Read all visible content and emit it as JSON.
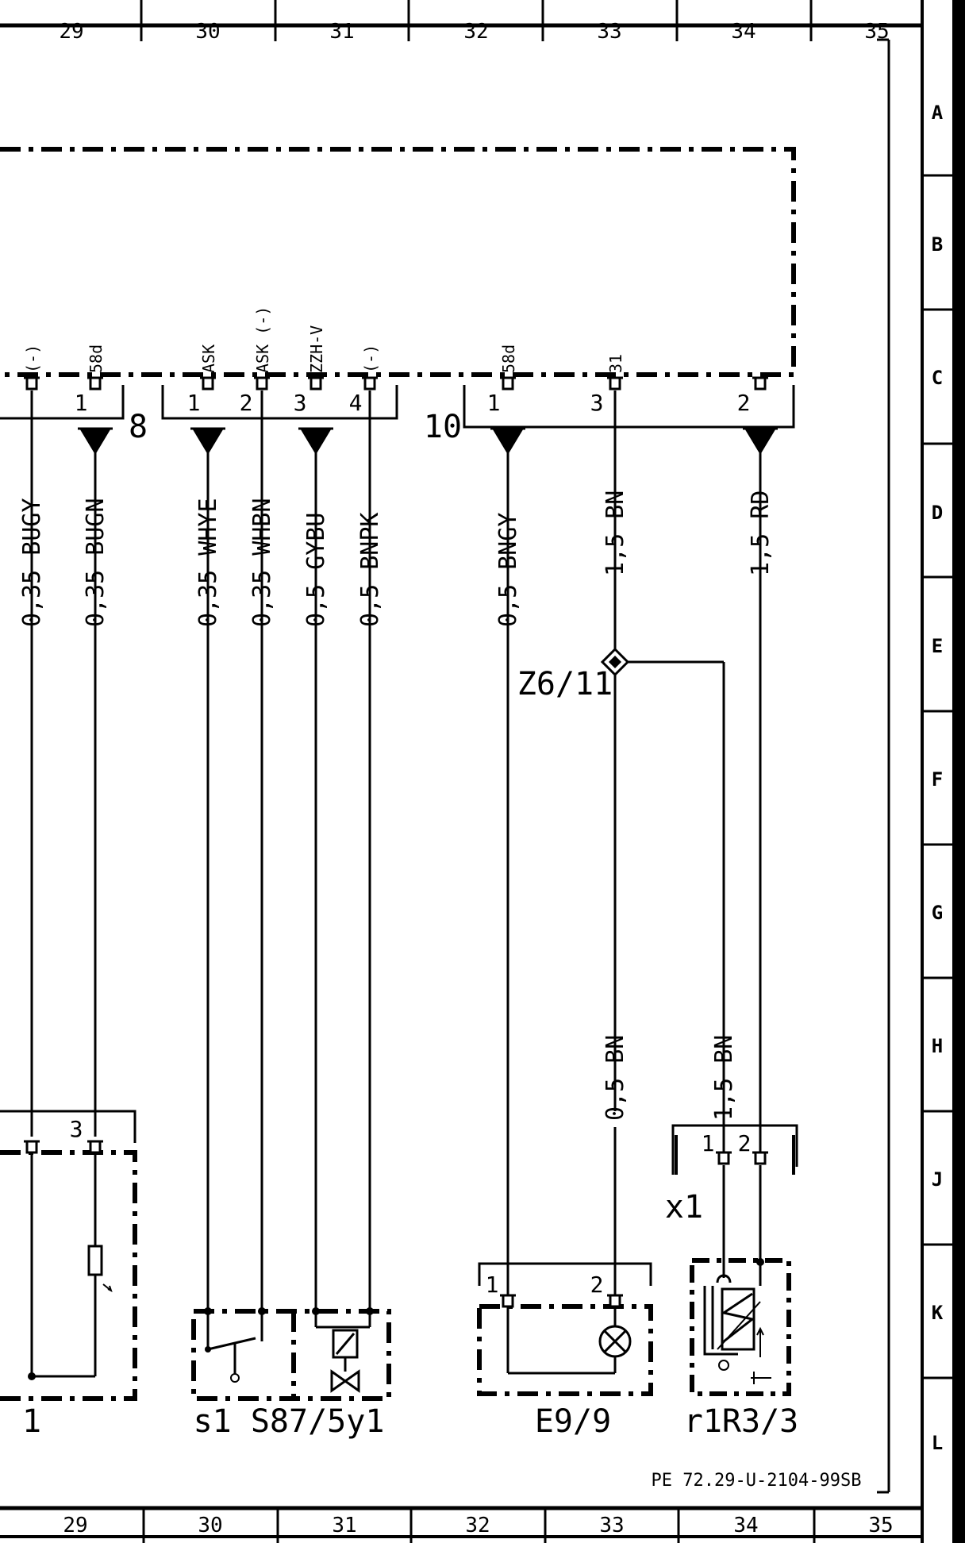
{
  "columns": [
    "29",
    "30",
    "31",
    "32",
    "33",
    "34",
    "35"
  ],
  "rows": [
    "A",
    "B",
    "C",
    "D",
    "E",
    "F",
    "G",
    "H",
    "J",
    "K",
    "L"
  ],
  "connector_8": {
    "label": "8",
    "pins": [
      {
        "pin": "1",
        "signal": "ASK"
      },
      {
        "pin": "2",
        "signal": "ASK (-)"
      },
      {
        "pin": "3",
        "signal": "ZZH-V"
      },
      {
        "pin": "4",
        "signal": "(-)"
      }
    ]
  },
  "connector_left": {
    "pins": [
      {
        "pin": "",
        "signal": "(-)"
      },
      {
        "pin": "1",
        "signal": "58d"
      }
    ]
  },
  "connector_10": {
    "label": "10",
    "pins": [
      {
        "pin": "1",
        "signal": "58d"
      },
      {
        "pin": "3",
        "signal": "31"
      },
      {
        "pin": "2",
        "signal": ""
      }
    ]
  },
  "wires_upper": [
    "0,35 BUGY",
    "0,35 BUGN",
    "0,35 WHYE",
    "0,35 WHBN",
    "0,5 GYBU",
    "0,5 BNPK",
    "0,5 BNGY",
    "1,5 BN",
    "1,5 RD"
  ],
  "wires_lower": [
    "0,5 BN",
    "1,5 BN"
  ],
  "splice": "Z6/11",
  "connector_x1": {
    "label": "x1",
    "pins": [
      "1",
      "2"
    ]
  },
  "connector_e99": {
    "pins": [
      "1",
      "2"
    ]
  },
  "connector_left_bottom": {
    "pin": "3"
  },
  "components": {
    "left_partial": "1",
    "s87": "s1 S87/5y1",
    "e99": "E9/9",
    "r33": "r1R3/3"
  },
  "drawing_code": "PE 72.29-U-2104-99SB"
}
